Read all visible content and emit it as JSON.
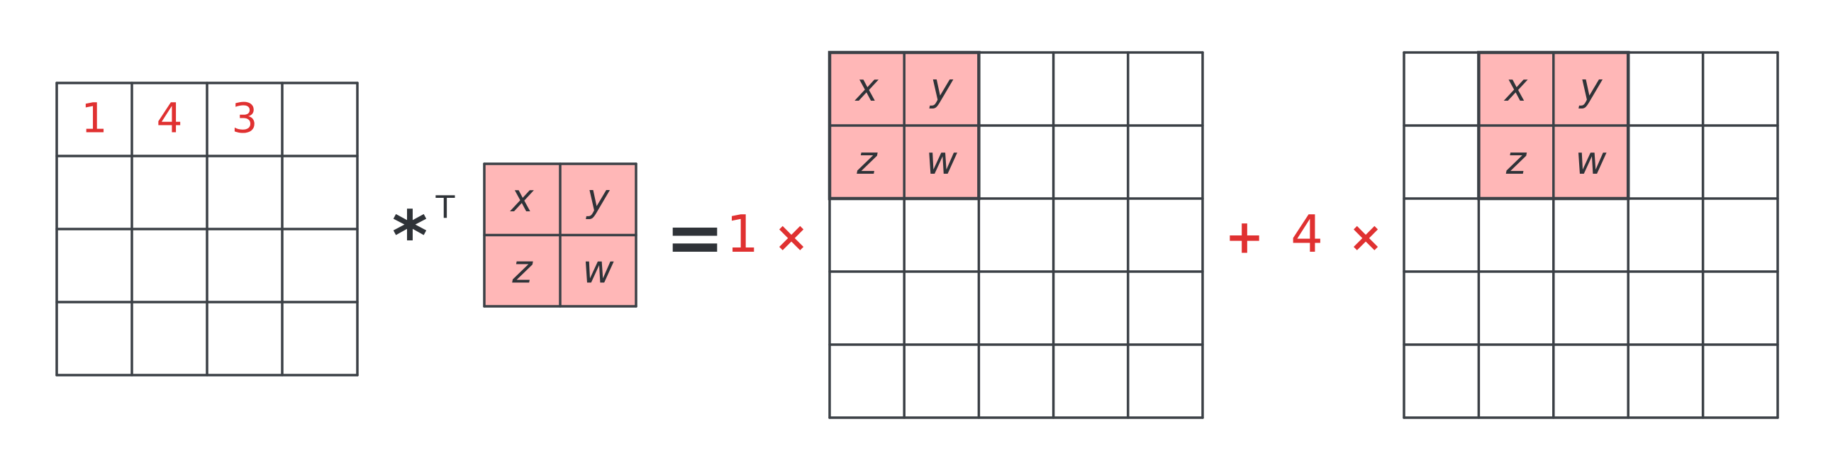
{
  "input_grid": {
    "rows": 4,
    "cols": 4,
    "values": [
      [
        "1",
        "4",
        "3",
        ""
      ],
      [
        "",
        "",
        "",
        ""
      ],
      [
        "",
        "",
        "",
        ""
      ],
      [
        "",
        "",
        "",
        ""
      ]
    ]
  },
  "kernel": {
    "rows": 2,
    "cols": 2,
    "values": [
      [
        "x",
        "y"
      ],
      [
        "z",
        "w"
      ]
    ]
  },
  "operators": {
    "conv_star": "*",
    "transpose": "T",
    "equals": "=",
    "coef_1": "1",
    "times_1": "×",
    "plus": "+",
    "coef_2": "4",
    "times_2": "×"
  },
  "output_grid_1": {
    "rows": 5,
    "cols": 5,
    "kernel_offset_row": 0,
    "kernel_offset_col": 0
  },
  "output_grid_2": {
    "rows": 5,
    "cols": 5,
    "kernel_offset_row": 0,
    "kernel_offset_col": 1
  },
  "colors": {
    "stroke": "#3b4046",
    "highlight": "#ffb7b7",
    "accent_red": "#e03131",
    "text_dark": "#2f3338"
  }
}
